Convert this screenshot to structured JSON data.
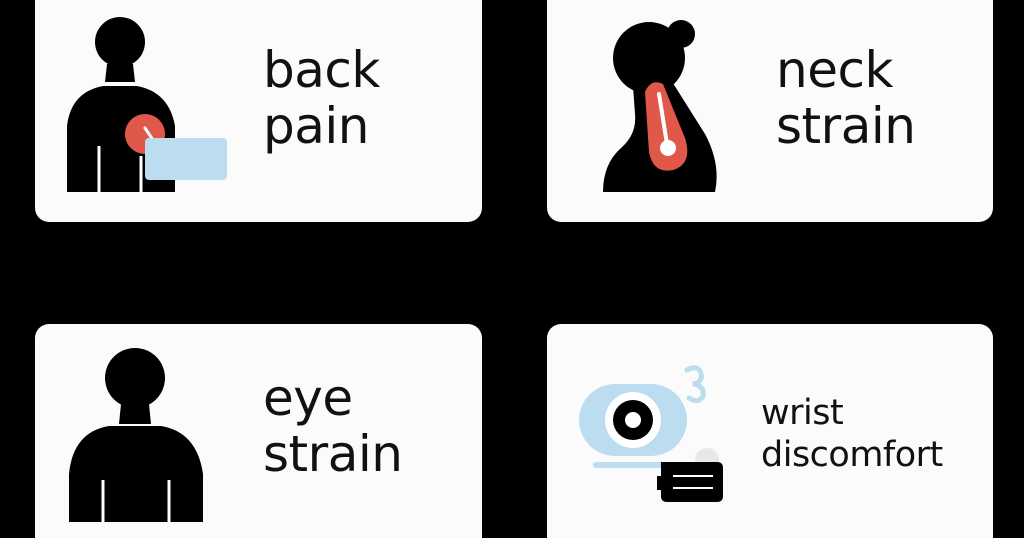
{
  "cards": {
    "back": {
      "line1": "back",
      "line2": "pain",
      "icon": "person-back-pain-icon"
    },
    "neck": {
      "line1": "neck",
      "line2": "strain",
      "icon": "person-neck-strain-icon"
    },
    "eye": {
      "line1": "eye",
      "line2": "strain",
      "icon": "person-silhouette-icon"
    },
    "wrist": {
      "line1": "wrist",
      "line2": "discomfort",
      "icon": "eye-and-hand-icon"
    }
  },
  "colors": {
    "background": "#000000",
    "card": "#fbfbfb",
    "text": "#111111",
    "silhouette": "#000000",
    "pain_red": "#e0584a",
    "light_blue": "#bcdcf0"
  }
}
